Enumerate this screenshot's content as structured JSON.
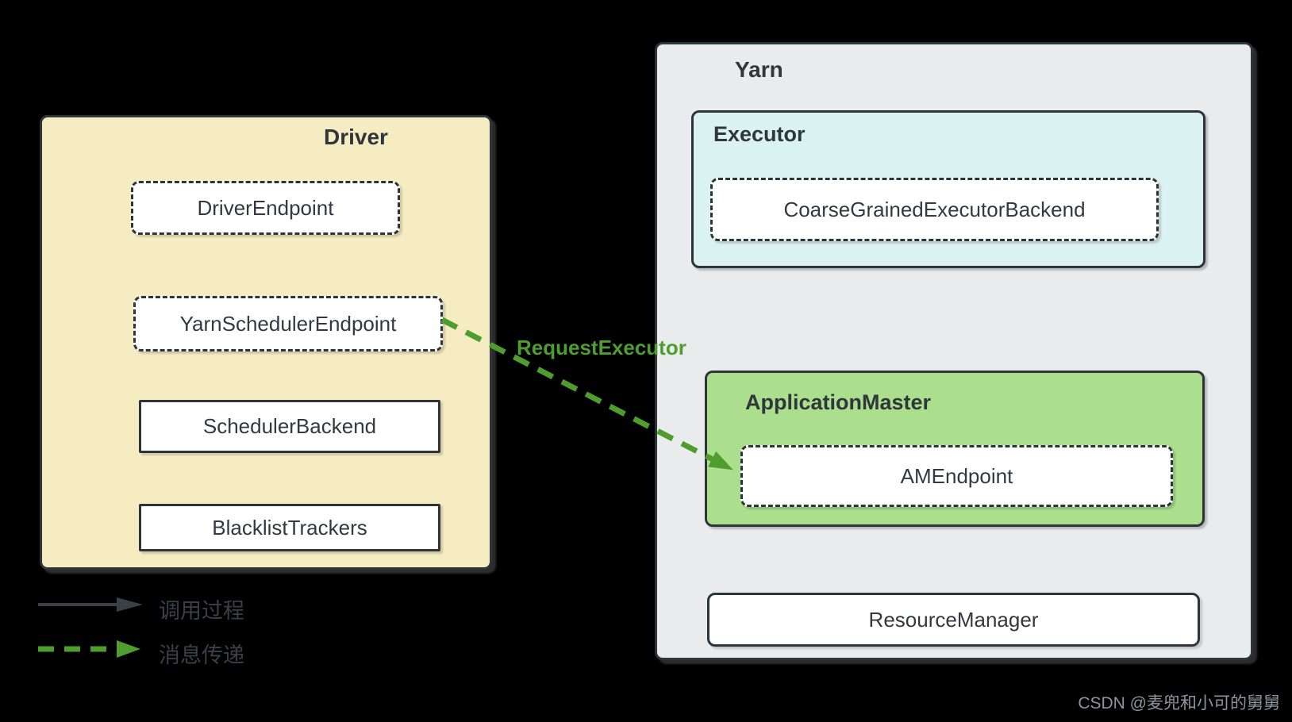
{
  "colors": {
    "background": "#000000",
    "driver_fill": "#F5EDC1",
    "yarn_fill": "#E9EBED",
    "executor_fill": "#DBF2F3",
    "application_master_fill": "#ABDF8E",
    "node_fill": "#FFFFFF",
    "border": "#2D353B",
    "text": "#33393F",
    "arrow_green": "#4F9D2F",
    "arrow_dark": "#3A4146",
    "watermark": "#8E959B"
  },
  "driver": {
    "title": "Driver",
    "driver_endpoint": "DriverEndpoint",
    "yarn_scheduler_endpoint": "YarnSchedulerEndpoint",
    "scheduler_backend": "SchedulerBackend",
    "blacklist_trackers": "BlacklistTrackers"
  },
  "yarn": {
    "title": "Yarn",
    "executor": {
      "title": "Executor",
      "coarse_grained_executor_backend": "CoarseGrainedExecutorBackend"
    },
    "application_master": {
      "title": "ApplicationMaster",
      "am_endpoint": "AMEndpoint"
    },
    "resource_manager": "ResourceManager"
  },
  "message_arrow": {
    "label": "RequestExecutor"
  },
  "legend": {
    "call_process": "调用过程",
    "message_passing": "消息传递"
  },
  "watermark": "CSDN @麦兜和小可的舅舅"
}
